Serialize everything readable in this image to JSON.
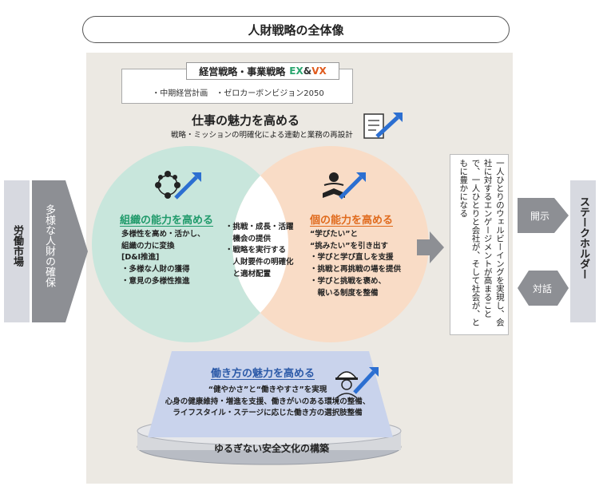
{
  "title": "人財戦略の全体像",
  "strategy": {
    "tab_label": "経営戦略・事業戦略",
    "ex": "EX",
    "amp": "&",
    "vx": "VX",
    "sub": "・中期経営計画　・ゼロカーボンビジョン2050"
  },
  "work_appeal": {
    "title": "仕事の魅力を高める",
    "subtitle": "戦略・ミッションの明確化による連動と業務の再設計"
  },
  "org": {
    "title": "組織の能力を高める",
    "lines": [
      "多様性を高め・活かし、",
      "組織の力に変換",
      "[D&I推進]",
      "・多様な人財の獲得",
      "・意見の多様性推進"
    ]
  },
  "overlap": {
    "lines": [
      "・挑戦・成長・活躍",
      "　機会の提供",
      "・戦略を実行する",
      "　人財要件の明確化",
      "　と適材配置"
    ]
  },
  "individual": {
    "title": "個の能力を高める",
    "lines": [
      "“学びたい”と",
      "“挑みたい”を引き出す",
      "・学びと学び直しを支援",
      "・挑戦と再挑戦の場を提供",
      "・学びと挑戦を褒め、",
      "　報いる制度を整備"
    ]
  },
  "workstyle": {
    "title": "働き方の魅力を高める",
    "lines": [
      "“健やかさ”と“働きやすさ”を実現",
      "心身の健康維持・増進を支援、働きがいのある環境の整備、",
      "ライフスタイル・ステージに応じた働き方の選択肢整備"
    ]
  },
  "foundation": "ゆるぎない安全文化の構築",
  "labor_market": "労働市場",
  "secure": "多様な人財の確保",
  "wellbeing": "一人ひとりのウェルビーイングを実現し、会社に対するエンゲージメントが高まることで、一人ひとりと会社が、そして社会が、ともに豊かになる",
  "disclose": "開示",
  "dialogue": "対話",
  "stakeholders": "ステークホルダー",
  "colors": {
    "green": "#c8e6dc",
    "orange": "#f9dcc6",
    "blue": "#c9d3ec",
    "gray": "#8d8f94"
  }
}
